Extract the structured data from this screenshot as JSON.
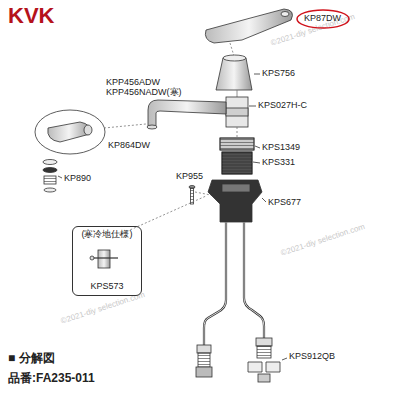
{
  "diagram": {
    "nodes": [
      {
        "text": [
          "KP87DW"
        ]
      },
      {
        "text": [
          "(寒冷地仕様)",
          "KPS573"
        ]
      }
    ],
    "labels": [
      "KVK",
      "KPS756",
      "KPP456ADW",
      "KPP456NADW(寒)",
      "KPS027H-C",
      "KP864DW",
      "KP890",
      "KPS1349",
      "KPS331",
      "KP955",
      "KPS677",
      "KPS912QB",
      "■ 分解図",
      "品番:FA235-011",
      "©2021-diy selection.com",
      "©2021-diy selection.com",
      "©2021-diy selection.com"
    ]
  }
}
